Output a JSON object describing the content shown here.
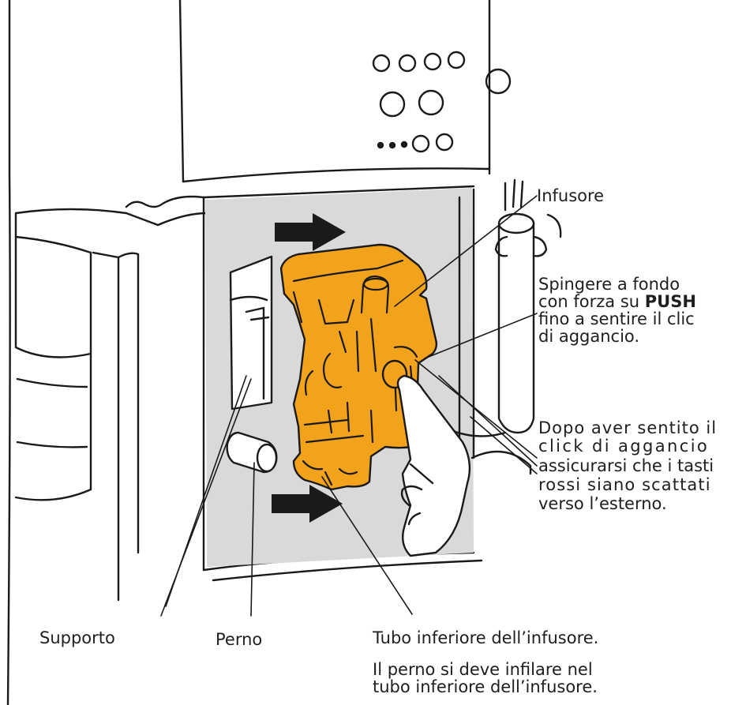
{
  "labels": {
    "infusore": "Infusore",
    "push_line1": "Spingere a fondo",
    "push_line2_pre": "con forza su ",
    "push_line2_bold": "PUSH",
    "push_line3": "fino a sentire il clic",
    "push_line4": "di aggancio.",
    "click_line1": "Dopo aver sentito il",
    "click_line2": "click di aggancio",
    "click_line3": "assicurarsi che i tasti",
    "click_line4": "rossi siano scattati",
    "click_line5": "verso l’esterno.",
    "supporto": "Supporto",
    "perno": "Perno",
    "tubo": "Tubo inferiore dell’infusore.",
    "note_line1": "Il perno si deve infilare nel",
    "note_line2": "tubo inferiore dell’infusore."
  },
  "colors": {
    "infuser_fill": "#f3a21c",
    "panel_fill": "#d9d9d9",
    "line": "#1a1a1a"
  }
}
